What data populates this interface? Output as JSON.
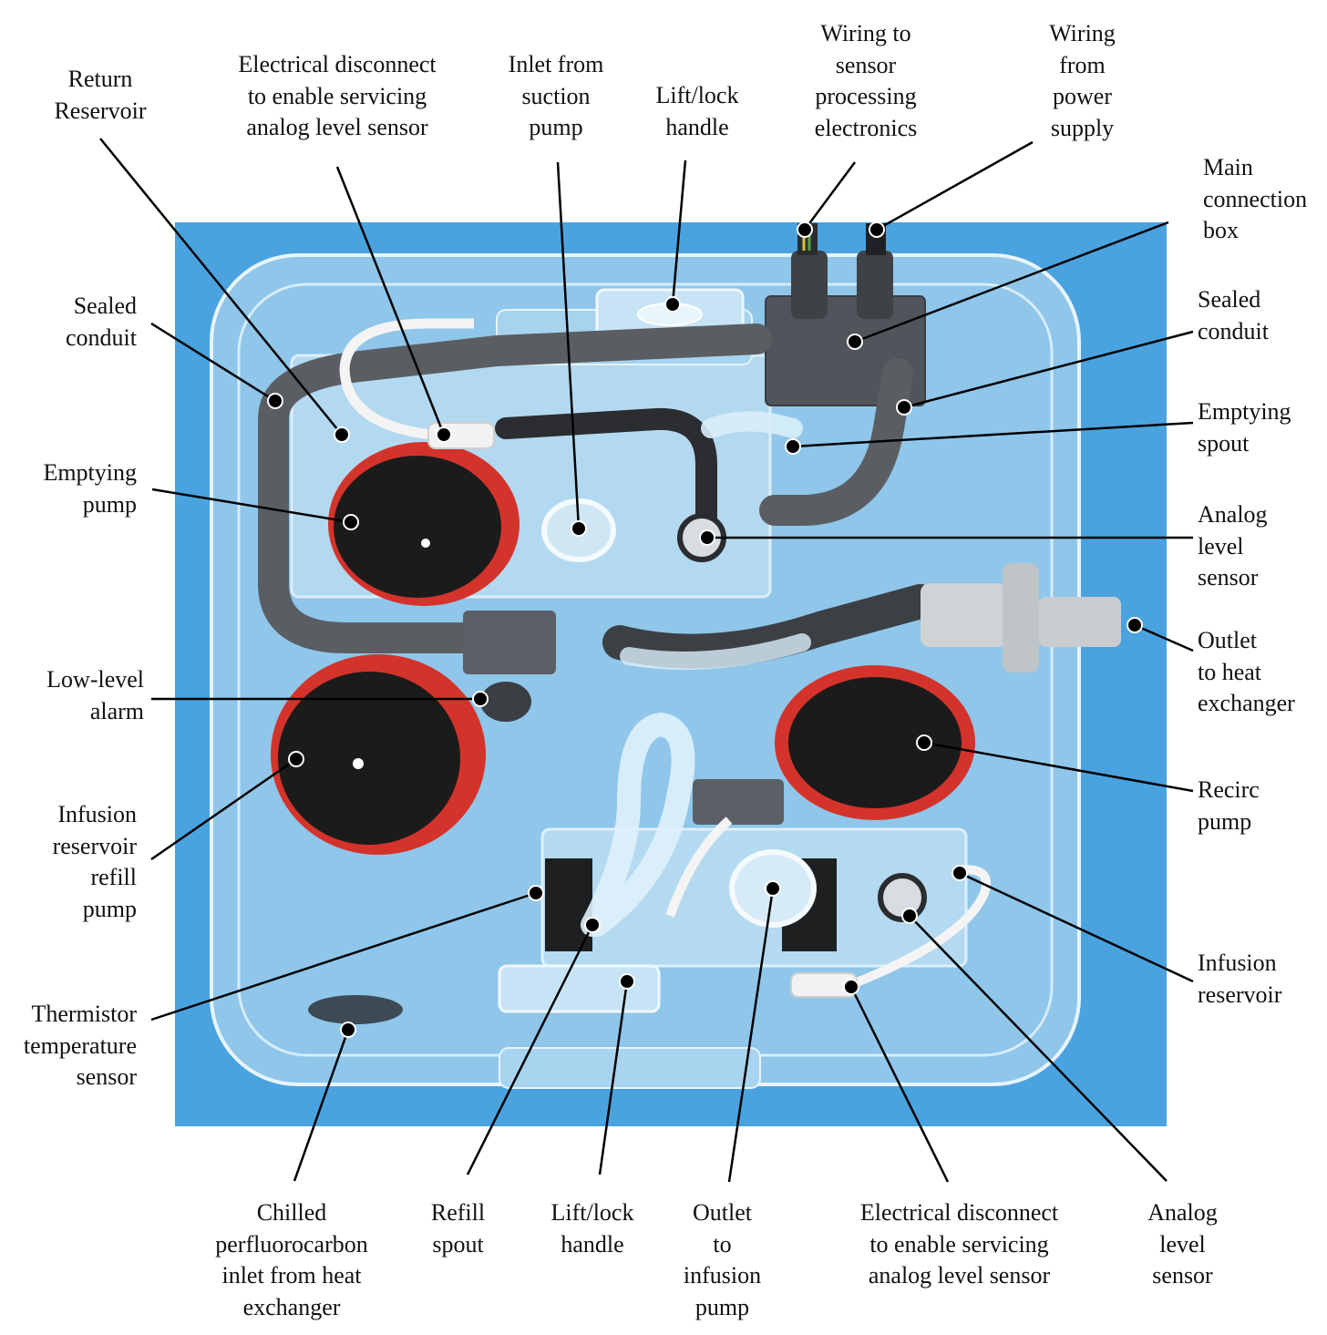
{
  "palette": {
    "background_blue": "#4aa3df",
    "container_plastic": "#cfe8f7",
    "tubing_gray": "#55595e",
    "pump_red": "#d4332b",
    "pump_black": "#1b1b1b",
    "fitting_white": "#f2f2f2",
    "leader_line": "#000000"
  },
  "labels": {
    "return_reservoir": "Return\nReservoir",
    "elec_disconnect_top": "Electrical disconnect\nto enable servicing\nanalog level sensor",
    "inlet_suction_pump": "Inlet from\nsuction\npump",
    "lift_lock_top": "Lift/lock\nhandle",
    "wiring_sensor": "Wiring to\nsensor\nprocessing\nelectronics",
    "wiring_power": "Wiring\nfrom\npower\nsupply",
    "main_connection_box": "Main\nconnection\nbox",
    "sealed_conduit_left": "Sealed\nconduit",
    "sealed_conduit_right": "Sealed\nconduit",
    "emptying_pump": "Emptying\npump",
    "emptying_spout": "Emptying\nspout",
    "analog_level_sensor_right": "Analog\nlevel\nsensor",
    "low_level_alarm": "Low-level\nalarm",
    "outlet_heat_exchanger": "Outlet\nto heat\nexchanger",
    "infusion_refill_pump": "Infusion\nreservoir\nrefill\npump",
    "recirc_pump": "Recirc\npump",
    "thermistor": "Thermistor\ntemperature\nsensor",
    "infusion_reservoir": "Infusion\nreservoir",
    "chilled_inlet": "Chilled\nperfluorocarbon\ninlet from heat\nexchanger",
    "refill_spout": "Refill\nspout",
    "lift_lock_bottom": "Lift/lock\nhandle",
    "outlet_infusion_pump": "Outlet\nto\ninfusion\npump",
    "elec_disconnect_bottom": "Electrical disconnect\nto enable servicing\nanalog level sensor",
    "analog_level_sensor_bottom": "Analog\nlevel\nsensor"
  }
}
